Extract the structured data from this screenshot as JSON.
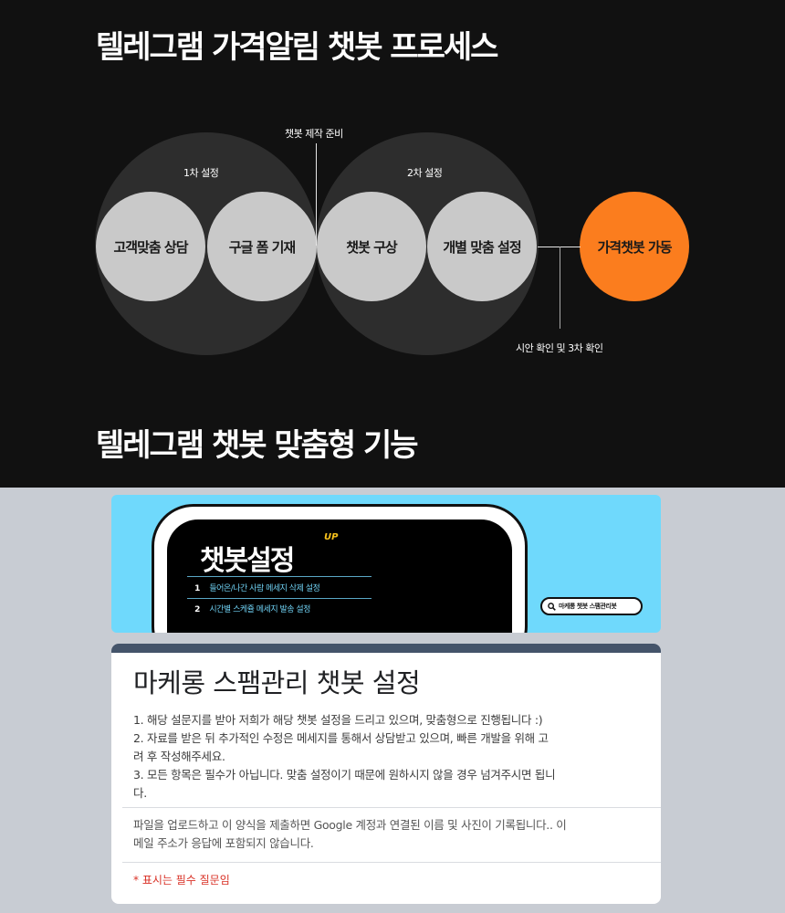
{
  "process": {
    "title": "텔레그램 가격알림 챗봇 프로세스",
    "groups": [
      {
        "label": "1차 설정",
        "steps": [
          "고객맞춤 상담",
          "구글 폼 기재"
        ]
      },
      {
        "label": "2차 설정",
        "steps": [
          "챗봇 구상",
          "개별 맞춤 설정"
        ]
      }
    ],
    "final_step": "가격챗봇 가동",
    "annotations": {
      "between_groups": "챗봇 제작 준비",
      "before_final": "시안 확인 및 3차 확인"
    },
    "colors": {
      "background": "#111111",
      "group_circle": "#2d2d2d",
      "step_circle": "#c9c9c9",
      "final_circle": "#fb7d1e"
    }
  },
  "features": {
    "title": "텔레그램 챗봇 맞춤형 기능"
  },
  "banner": {
    "title": "챗봇설정",
    "badge": "UP",
    "items": [
      {
        "num": "1",
        "text": "들어온/나간 사람 메세지 삭제 설정"
      },
      {
        "num": "2",
        "text": "시간별 스케쥴 메세지 발송 설정"
      }
    ],
    "search_pill": "마케롱 챗봇 스팸관리봇",
    "bg_color": "#6fd9fc"
  },
  "form": {
    "title": "마케롱 스팸관리 챗봇 설정",
    "description_lines": [
      "1. 해당 설문지를 받아 저희가 해당 챗봇 설정을 드리고 있으며, 맞춤형으로 진행됩니다 :)",
      "2. 자료를 받은 뒤 추가적인 수정은 메세지를 통해서 상담받고 있으며, 빠른 개발을 위해 고",
      "려 후 작성해주세요.",
      "3. 모든 항목은 필수가 아닙니다. 맞춤 설정이기 때문에 원하시지 않을 경우 넘겨주시면 됩니",
      "다."
    ],
    "notice_lines": [
      "파일을 업로드하고 이 양식을 제출하면 Google 계정과 연결된 이름 및 사진이 기록됩니다.. 이",
      "메일 주소가 응답에 포함되지 않습니다."
    ],
    "required_note": "* 표시는 필수 질문임",
    "header_color": "#44546a"
  }
}
